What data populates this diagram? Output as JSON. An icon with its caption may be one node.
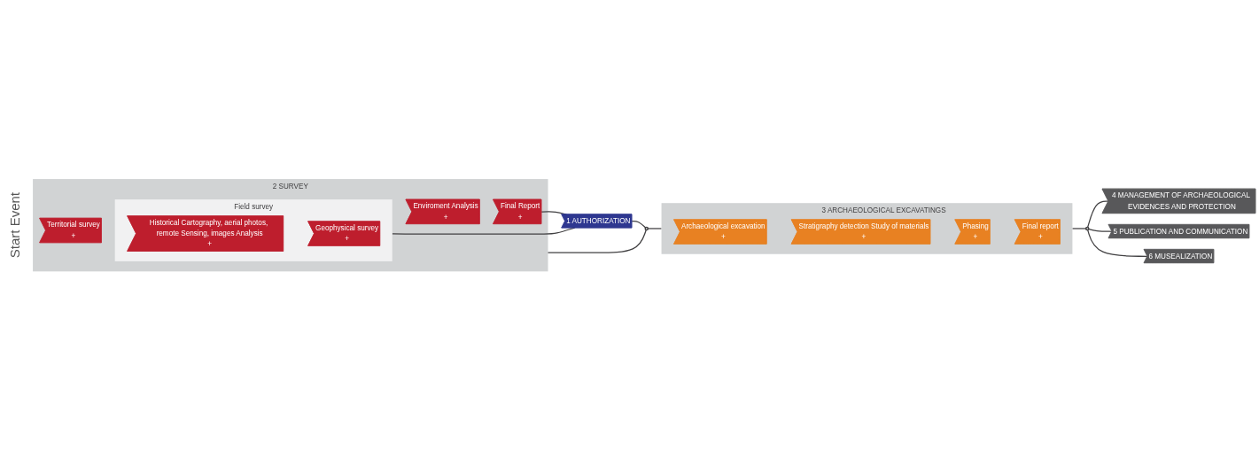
{
  "diagram": {
    "nodes": [
      {
        "text": [
          "1 AUTHORIZATION"
        ]
      },
      {
        "text": [],
        "shape": "circle"
      },
      {
        "text": [
          "2 SURVEY"
        ]
      },
      {
        "text": [
          "Territorial survey",
          "+"
        ],
        "in": 2
      },
      {
        "text": [
          "Field survey"
        ],
        "in": 2
      },
      {
        "text": [
          "Historical Cartography, aerial photos, remote Sensing, images Analysis",
          "+"
        ],
        "in": 4
      },
      {
        "text": [
          "Geophysical survey",
          "+"
        ],
        "in": 4
      },
      {
        "text": [
          "Enviroment Analysis",
          "+"
        ],
        "in": 2
      },
      {
        "text": [
          "Final Report",
          "+"
        ],
        "in": 2
      },
      {
        "text": [
          "3 ARCHAEOLOGICAL EXCAVATINGS"
        ]
      },
      {
        "text": [
          "Archaeological excavation",
          "+"
        ],
        "in": 9
      },
      {
        "text": [
          "Stratigraphy detection Study of materials",
          "+"
        ],
        "in": 9
      },
      {
        "text": [
          "Phasing",
          "+"
        ],
        "in": 9
      },
      {
        "text": [
          "Final report",
          "+"
        ],
        "in": 9
      },
      {
        "text": [],
        "shape": "circle"
      },
      {
        "text": [
          "4 MANAGEMENT OF ARCHAEOLOGICAL EVIDENCES AND PROTECTION"
        ]
      },
      {
        "text": [
          "5 PUBLICATION AND COMMUNICATION"
        ]
      },
      {
        "text": [
          "6 MUSEALIZATION"
        ]
      }
    ],
    "edges": [
      {
        "from": 0,
        "to": 1,
        "arrow": "none"
      },
      {
        "from": 1,
        "to": 2,
        "arrow": "none"
      },
      {
        "from": 1,
        "to": 9,
        "arrow": "none"
      },
      {
        "from": 8,
        "to": 0,
        "arrow": "none"
      },
      {
        "from": 4,
        "to": 0,
        "arrow": "none"
      },
      {
        "from": 9,
        "to": 14,
        "arrow": "none"
      },
      {
        "from": 14,
        "to": 15,
        "arrow": "none"
      },
      {
        "from": 14,
        "to": 16,
        "arrow": "none"
      },
      {
        "from": 14,
        "to": 17,
        "arrow": "none"
      }
    ],
    "labels": [
      "Start Event"
    ]
  }
}
